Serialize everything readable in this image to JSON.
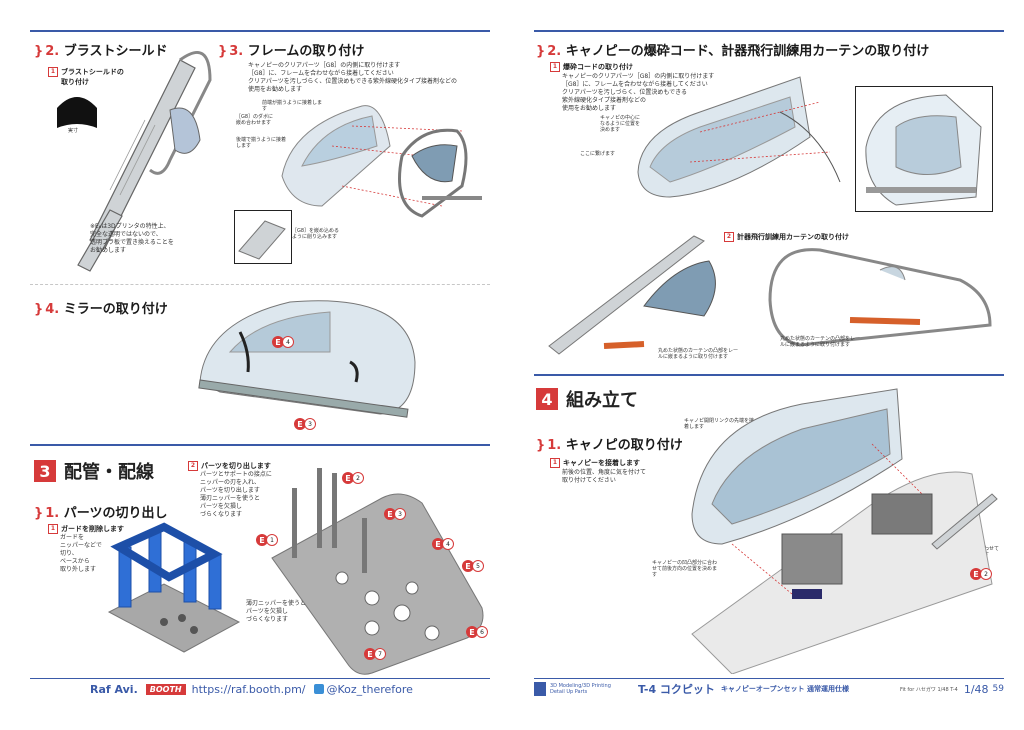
{
  "left": {
    "sections": {
      "blast_shield": {
        "num": "2.",
        "title": "ブラストシールド",
        "sub_num": "1",
        "sub_title": "ブラストシールドの取り付け",
        "actual_size": "実寸",
        "note": "※E₆は3Dプリンタの特性上、\n完全な透明ではないので、\n透明プラ板で置き換えることを\nお勧めします"
      },
      "frame": {
        "num": "3.",
        "title": "フレームの取り付け",
        "note": "キャノピーのクリアパーツ［G8］の内側に取り付けます\n［G8］に、フレームを合わせながら接着してください\nクリアパーツを汚しづらく、位置決めもできる紫外線硬化タイプ接着剤などの\n使用をお勧めします",
        "callouts": [
          "前端が揃うように接着します",
          "［G8］のダボに嵌め合わせます",
          "後端で揃うように接着します",
          "［G8］を嵌め込めるように削り込みます"
        ]
      },
      "mirror": {
        "num": "4.",
        "title": "ミラーの取り付け",
        "badges": [
          {
            "e": "E",
            "k": "4"
          },
          {
            "e": "E",
            "k": "3"
          }
        ]
      },
      "piping": {
        "num": "3",
        "title": "配管・配線"
      },
      "parts_cut": {
        "num": "1.",
        "title": "パーツの切り出し",
        "sub1_num": "1",
        "sub1_title": "ガードを削除します",
        "sub1_note": "ガードを\nニッパーなどで\n切り、\nベースから\n取り外します",
        "sub2_num": "2",
        "sub2_title": "パーツを切り出します",
        "sub2_note": "パーツとサポートの接点に\nニッパーの刃を入れ、\nパーツを切り出します\n薄刃ニッパーを使うと\nパーツを欠損し\nづらくなります",
        "sub2_note2": "薄刃ニッパーを使うと\nパーツを欠損し\nづらくなります",
        "badges": [
          {
            "e": "E",
            "k": "1"
          },
          {
            "e": "E",
            "k": "2"
          },
          {
            "e": "E",
            "k": "3"
          },
          {
            "e": "E",
            "k": "4"
          },
          {
            "e": "E",
            "k": "5"
          },
          {
            "e": "E",
            "k": "6"
          },
          {
            "e": "E",
            "k": "7"
          }
        ]
      }
    },
    "footer": {
      "brand": "Raf Avi.",
      "booth": "BOOTH",
      "url": "https://raf.booth.pm/",
      "twitter": "@Koz_therefore"
    }
  },
  "right": {
    "sections": {
      "cord": {
        "num": "2.",
        "title": "キャノピーの爆砕コード、計器飛行訓練用カーテンの取り付け",
        "sub1_num": "1",
        "sub1_title": "爆砕コードの取り付け",
        "sub1_note": "キャノピーのクリアパーツ［G8］の内側に取り付けます\n［G8］に、フレームを合わせながら接着してください\nクリアパーツを汚しづらく、位置決めもできる\n紫外線硬化タイプ接着剤などの\n使用をお勧めします",
        "callouts": [
          "キャノピの中心になるように位置を決めます",
          "ここに繋げます"
        ],
        "sub2_num": "2",
        "sub2_title": "計器飛行訓練用カーテンの取り付け",
        "curtain_callouts": [
          "丸めた状態のカーテンの凸部をレールに嵌まるように取り付けます",
          "丸めた状態のカーテンの凸部をレールに嵌まるように取り付けます"
        ]
      },
      "assembly": {
        "num": "4",
        "title": "組み立て"
      },
      "canopy_attach": {
        "num": "1.",
        "title": "キャノピの取り付け",
        "sub_num": "1",
        "sub_title": "キャノピーを接着します",
        "sub_note": "前後の位置、角度に気を付けて\n取り付けてください",
        "callouts": [
          "キャノピ開閉リンクの先端を接着します",
          "キャノピーの凹凸部分に合わせて前後方向の位置を決めます",
          "後端に合わせて接着します"
        ],
        "badge": {
          "e": "E",
          "k": "2"
        }
      }
    },
    "footer": {
      "logo_text": "3D Modeling/3D Printing\nDetail Up Parts",
      "title": "T-4 コクピット",
      "subtitle": "キャノピーオープンセット 通常運用仕様",
      "fit": "Fit for ハセガワ 1/48 T-4",
      "scale": "1/48",
      "page": "59"
    }
  },
  "colors": {
    "accent_red": "#d63a3a",
    "rule_blue": "#3a5aa8",
    "part_blue": "#2f6fd6",
    "grey_part": "#9a9a9a"
  }
}
